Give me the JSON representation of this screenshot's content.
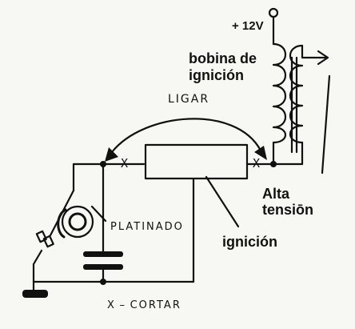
{
  "labels": {
    "supply": "+ 12V",
    "coil": [
      "bobina de",
      "ignición"
    ],
    "switch": "LIGAR",
    "high_voltage": [
      "Alta",
      "tensiōn"
    ],
    "ignition": "ignición",
    "points": "PLATINADO",
    "cut": "X – CORTAR",
    "mark_left": "X",
    "mark_right": "X"
  }
}
